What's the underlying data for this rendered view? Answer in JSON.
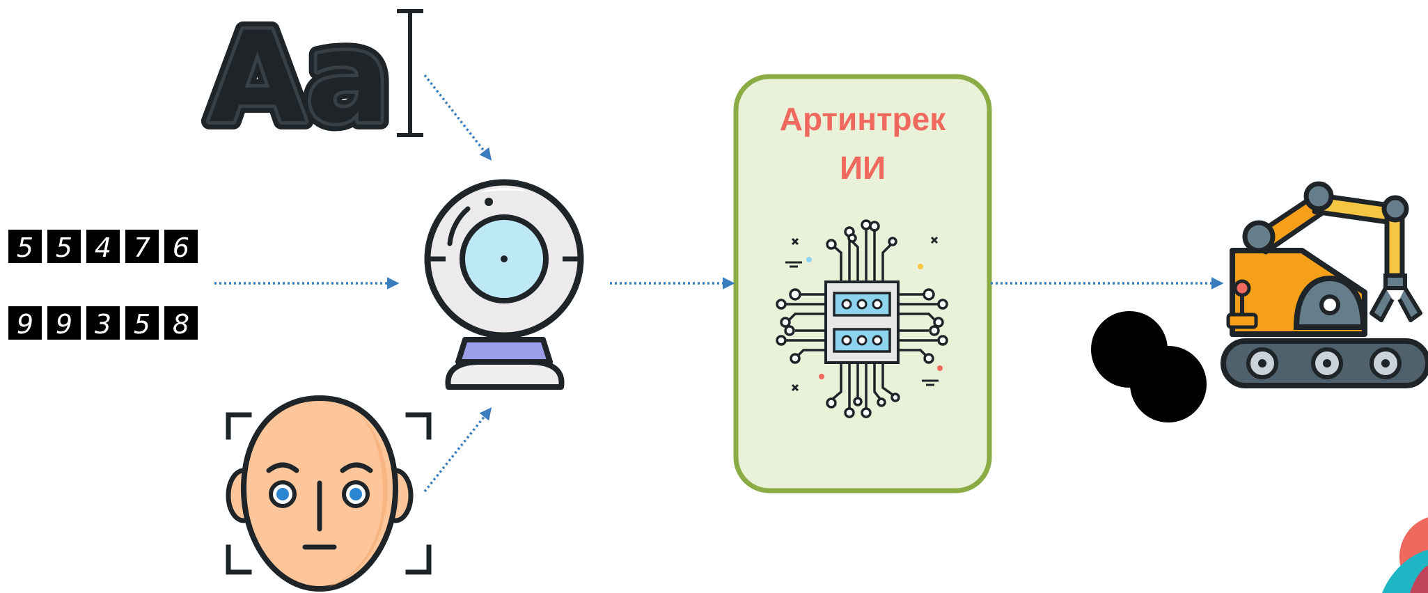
{
  "sources": {
    "text_icon": {
      "label": "Aa",
      "icon": "text-font-icon"
    },
    "digits_icon": {
      "icon": "handwritten-digits-icon",
      "rows": [
        [
          "5",
          "5",
          "4",
          "7",
          "6"
        ],
        [
          "9",
          "9",
          "3",
          "5",
          "8"
        ]
      ]
    },
    "face_icon": {
      "icon": "face-recognition-icon"
    }
  },
  "sensor": {
    "icon": "webcam-icon"
  },
  "ai_block": {
    "title_line1": "Артинтрек",
    "title_line2": "ИИ",
    "icon": "ai-chip-icon"
  },
  "output": {
    "icon": "robot-arm-icon"
  },
  "colors": {
    "arrow": "#3a7dbf",
    "ai_border": "#8bab45",
    "ai_fill": "#e9f1d8",
    "ai_title": "#f0695e",
    "outline": "#1e2427",
    "orange": "#f6a01a",
    "steel": "#667d8b",
    "face": "#fcc59a",
    "lens": "#bde9f7",
    "stand": "#9c9ee8"
  }
}
